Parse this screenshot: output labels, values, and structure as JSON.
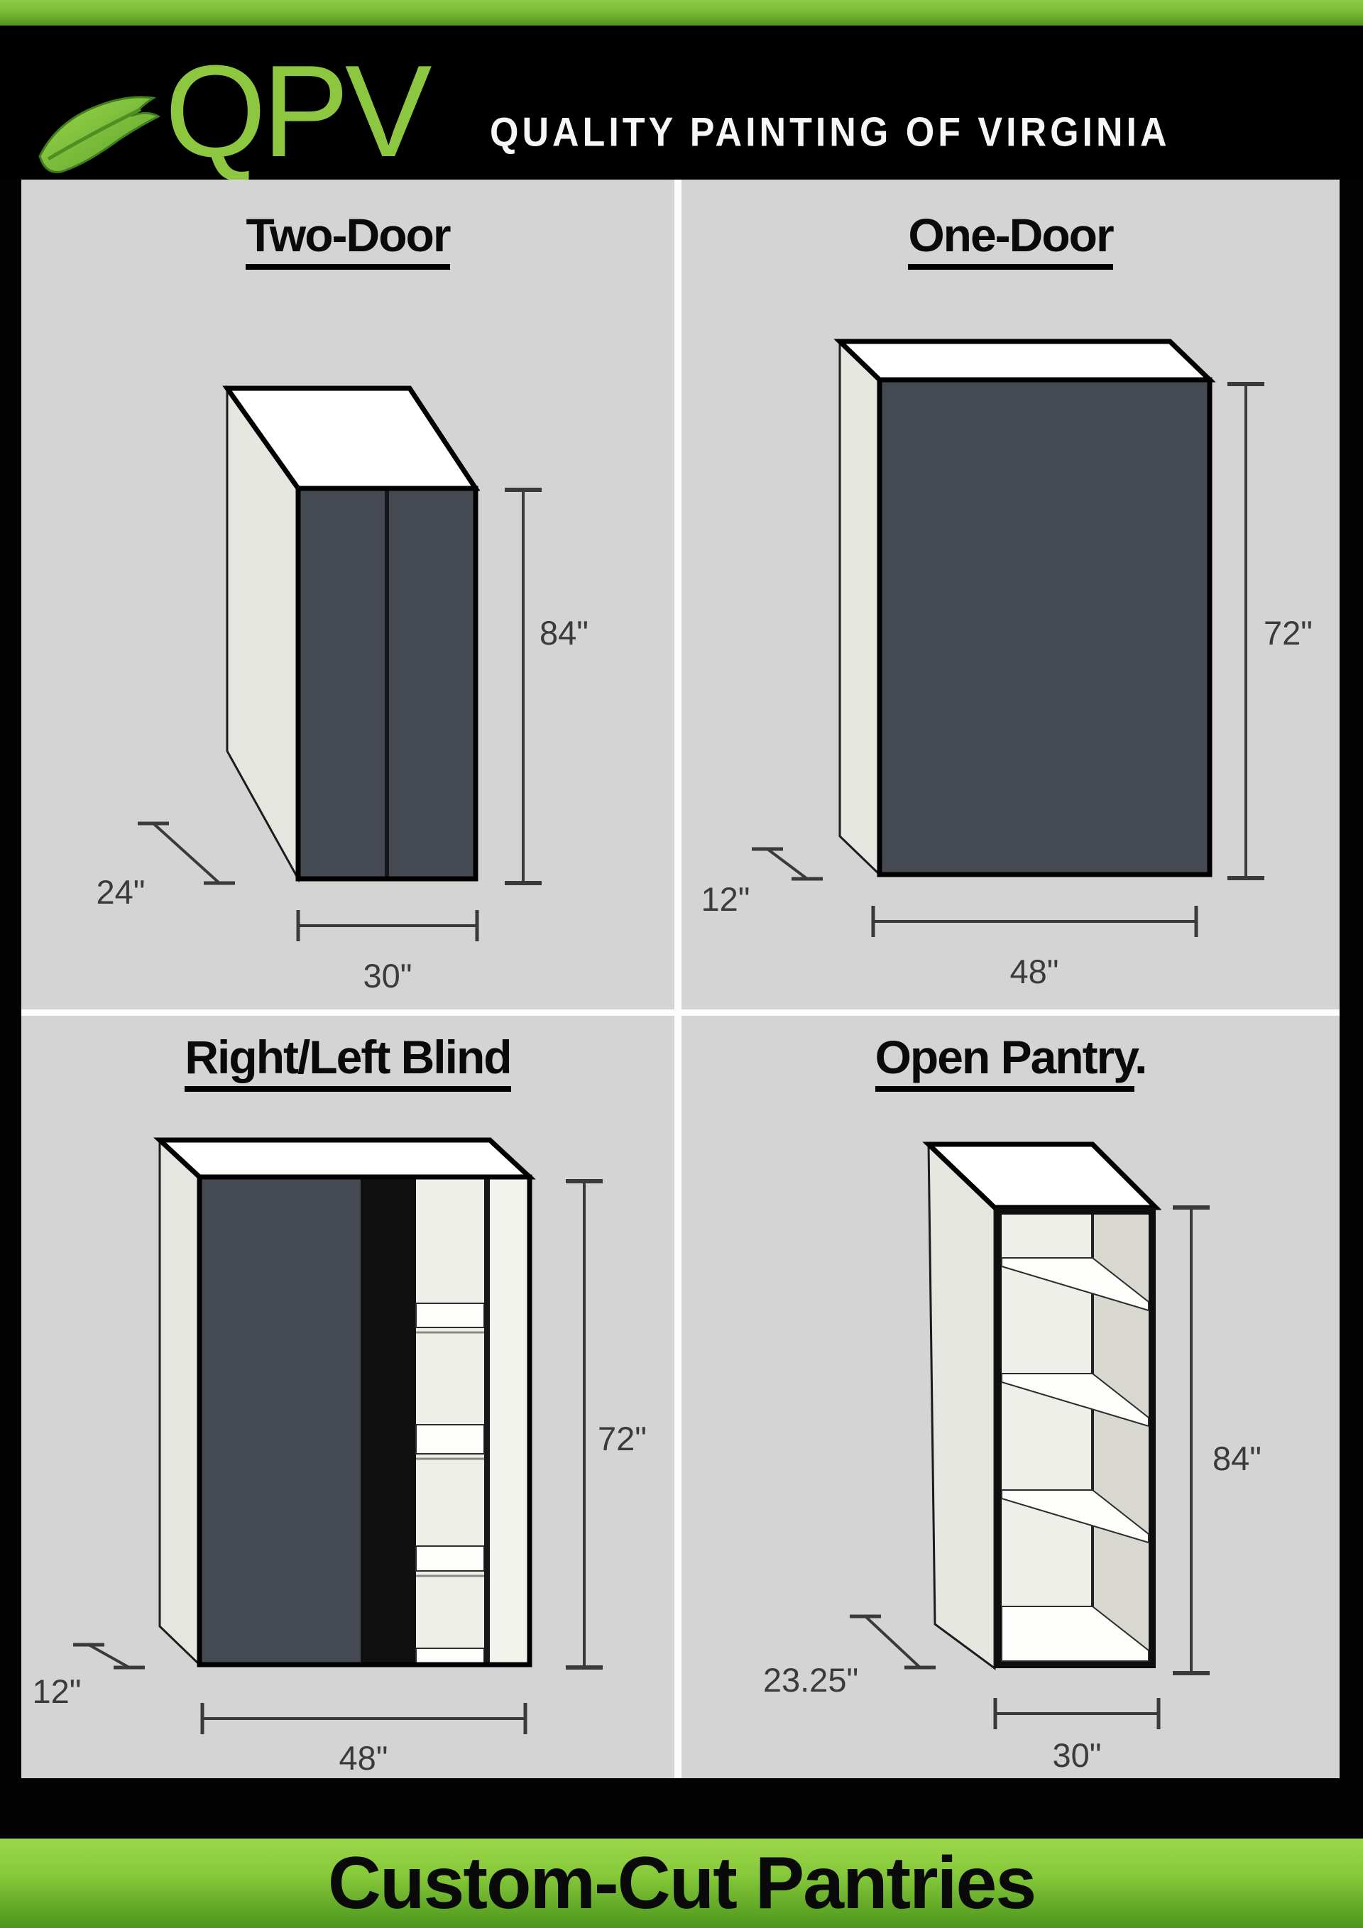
{
  "header": {
    "logo_acronym": "QPV",
    "logo_tagline": "QUALITY PAINTING OF VIRGINIA",
    "leaf_icon": "green-paint-leaf"
  },
  "footer": {
    "title": "Custom-Cut Pantries"
  },
  "colors": {
    "brand_green": "#8dc63f",
    "bar_gradient_top": "#90ca45",
    "bar_gradient_bottom": "#4c961c",
    "panel_gray": "#d4d4d4",
    "door_slate": "#454952",
    "blind_void_black": "#101010",
    "dimension_gray": "#3b3b3b"
  },
  "quadrants": [
    {
      "id": "two-door",
      "title": "Two-Door",
      "height": "84\"",
      "depth": "24\"",
      "width": "30\""
    },
    {
      "id": "one-door",
      "title": "One-Door",
      "height": "72\"",
      "depth": "12\"",
      "width": "48\""
    },
    {
      "id": "right-left-blind",
      "title": "Right/Left Blind",
      "height": "72\"",
      "depth": "12\"",
      "width": "48\""
    },
    {
      "id": "open-pantry",
      "title": "Open Pantry",
      "title_suffix": ".",
      "height": "84\"",
      "depth": "23.25\"",
      "width": "30\""
    }
  ]
}
